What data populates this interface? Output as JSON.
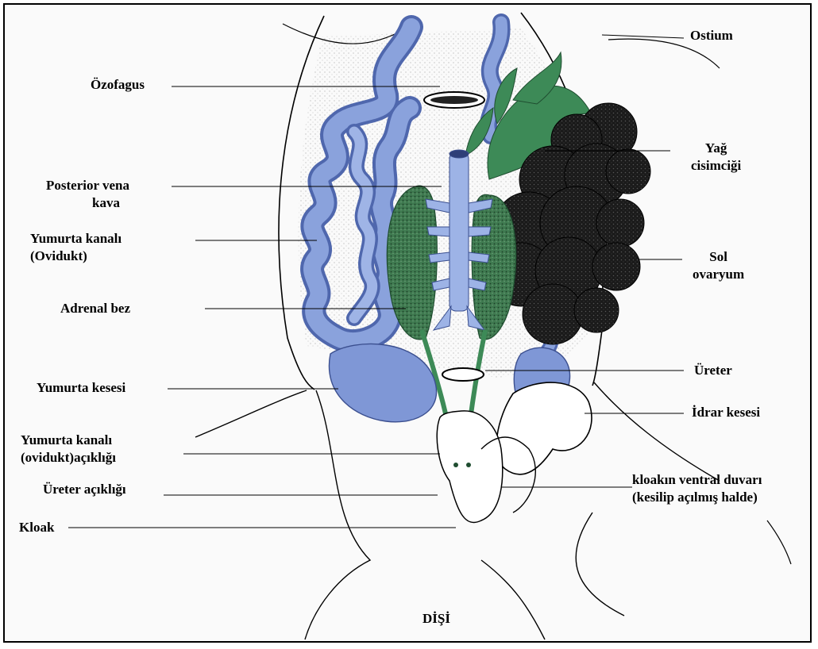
{
  "labels": {
    "ozofagus": "Özofagus",
    "ostium": "Ostium",
    "posterior_vena_kava_1": "Posterior vena",
    "posterior_vena_kava_2": "kava",
    "yag_cisimcigi_1": "Yağ",
    "yag_cisimcigi_2": "cisimciği",
    "yumurta_kanali_1": "Yumurta kanalı",
    "yumurta_kanali_2": "(Ovidukt)",
    "sol_ovaryum_1": "Sol",
    "sol_ovaryum_2": "ovaryum",
    "adrenal_bez": "Adrenal bez",
    "ureter": "Üreter",
    "yumurta_kesesi": "Yumurta kesesi",
    "idrar_kesesi": "İdrar kesesi",
    "yumurta_kanali_acikligi_1": "Yumurta kanalı",
    "yumurta_kanali_acikligi_2": "(ovidukt)açıklığı",
    "ureter_acikligi": "Üreter açıklığı",
    "kloak_ventral_1": "kloakın ventral duvarı",
    "kloak_ventral_2": "(kesilip açılmış halde)",
    "kloak": "Kloak",
    "disi": "DİŞİ"
  },
  "colors": {
    "oviduct_blue": "#8aa2dc",
    "oviduct_dark": "#4f67ad",
    "fat_green": "#3d8a57",
    "adrenal_green": "#2f6b45",
    "ovary_black": "#1c1c1c",
    "vena_blue": "#9db3e6"
  }
}
